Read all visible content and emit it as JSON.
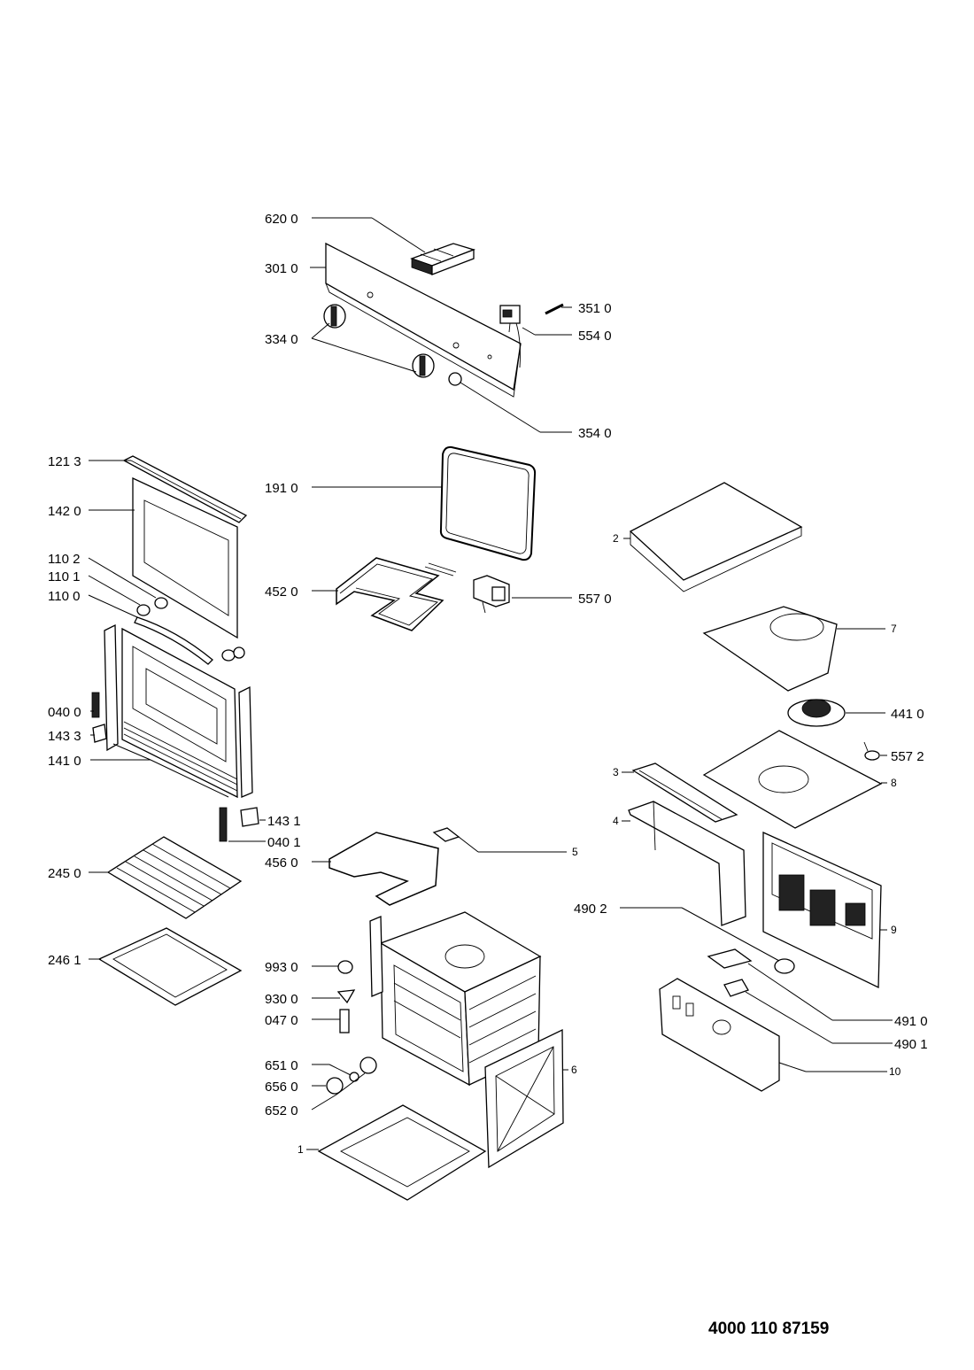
{
  "labels": {
    "p6200": "620 0",
    "p3010": "301 0",
    "p3510": "351 0",
    "p5540": "554 0",
    "p3340": "334 0",
    "p3540": "354 0",
    "p1213": "121 3",
    "p1910": "191 0",
    "p1420": "142 0",
    "p2": "2",
    "p1102": "110 2",
    "p1101": "110 1",
    "p1100": "110 0",
    "p4520": "452 0",
    "p5570": "557 0",
    "p7": "7",
    "p4410": "441 0",
    "p0400": "040 0",
    "p1433": "143 3",
    "p5572": "557 2",
    "p1410": "141 0",
    "p3": "3",
    "p8": "8",
    "p4": "4",
    "p1431": "143 1",
    "p0401": "040 1",
    "p4560": "456 0",
    "p5": "5",
    "p2450": "245 0",
    "p4902": "490 2",
    "p9": "9",
    "p2461": "246 1",
    "p9930": "993 0",
    "p9300": "930 0",
    "p0470": "047 0",
    "p4910": "491 0",
    "p4901": "490 1",
    "p6510": "651 0",
    "p10": "10",
    "p6560": "656 0",
    "p6": "6",
    "p6520": "652 0",
    "p1": "1"
  },
  "document_number": "4000 110 87159"
}
